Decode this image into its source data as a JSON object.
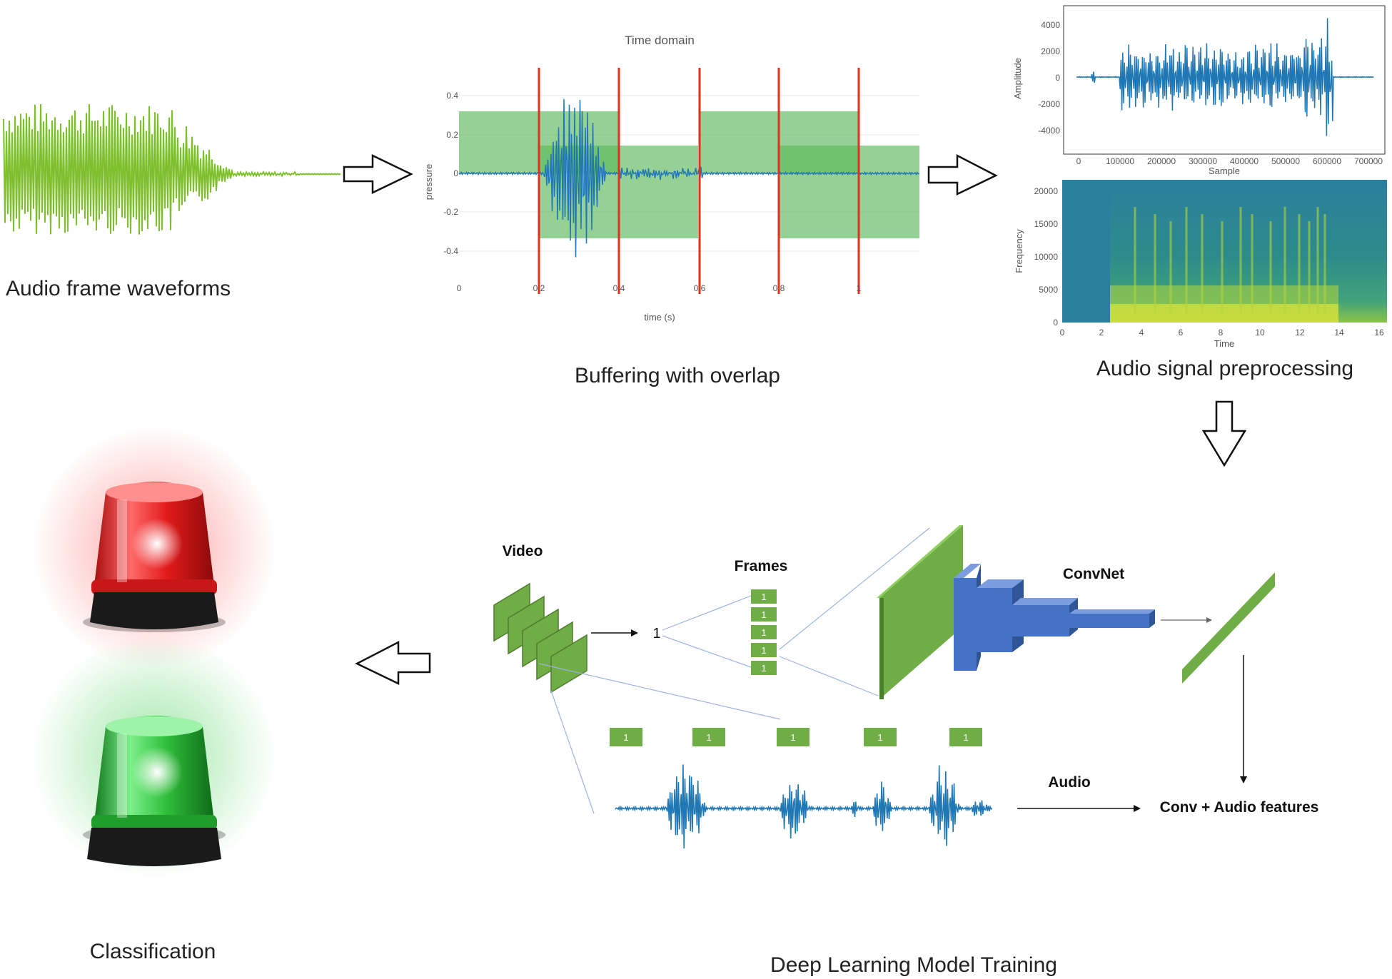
{
  "colors": {
    "waveform_green": "#7dbf2c",
    "overlap_green": "#5cb85c",
    "frame_marker_red": "#e0301e",
    "signal_blue": "#1f77b4",
    "convnet_blue": "#4472c4",
    "green_block": "#70ad47",
    "siren_red": "#e31b1b",
    "siren_green": "#2fbf3a",
    "arrow_outline": "#111111"
  },
  "captions": {
    "audio_frames": "Audio frame waveforms",
    "buffering": "Buffering with overlap",
    "preprocessing": "Audio signal preprocessing",
    "training": "Deep Learning Model Training",
    "classification": "Classification"
  },
  "time_domain_plot": {
    "title": "Time domain",
    "xlabel": "time (s)",
    "ylabel": "pressure",
    "x_ticks": [
      "0",
      "0.2",
      "0.4",
      "0.6",
      "0.8",
      "1"
    ],
    "y_ticks": [
      "0.4",
      "0.2",
      "0",
      "-0.2",
      "-0.4"
    ]
  },
  "amplitude_plot": {
    "xlabel": "Sample",
    "ylabel": "Amplitude",
    "x_ticks": [
      "0",
      "100000",
      "200000",
      "300000",
      "400000",
      "500000",
      "600000",
      "700000"
    ],
    "y_ticks": [
      "4000",
      "2000",
      "0",
      "-2000",
      "-4000"
    ]
  },
  "spectrogram_plot": {
    "xlabel": "Time",
    "ylabel": "Frequency",
    "x_ticks": [
      "0",
      "2",
      "4",
      "6",
      "8",
      "10",
      "12",
      "14",
      "16"
    ],
    "y_ticks": [
      "20000",
      "15000",
      "10000",
      "5000",
      "0"
    ]
  },
  "model": {
    "video_label": "Video",
    "frames_label": "Frames",
    "convnet_label": "ConvNet",
    "audio_label": "Audio",
    "fusion_label": "Conv + Audio features",
    "frame_index": "1",
    "frame_block_label": "1"
  },
  "icons": [
    "right-arrow-icon",
    "down-arrow-icon",
    "left-arrow-icon",
    "red-siren-icon",
    "green-siren-icon"
  ]
}
